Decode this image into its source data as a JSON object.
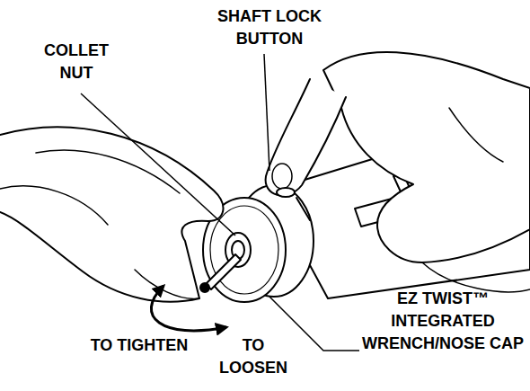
{
  "diagram": {
    "labels": [
      "COLLET NUT",
      "SHAFT LOCK BUTTON",
      "EZ TWIST™ INTEGRATED WRENCH/NOSE CAP",
      "TO TIGHTEN",
      "TO LOOSEN"
    ]
  }
}
